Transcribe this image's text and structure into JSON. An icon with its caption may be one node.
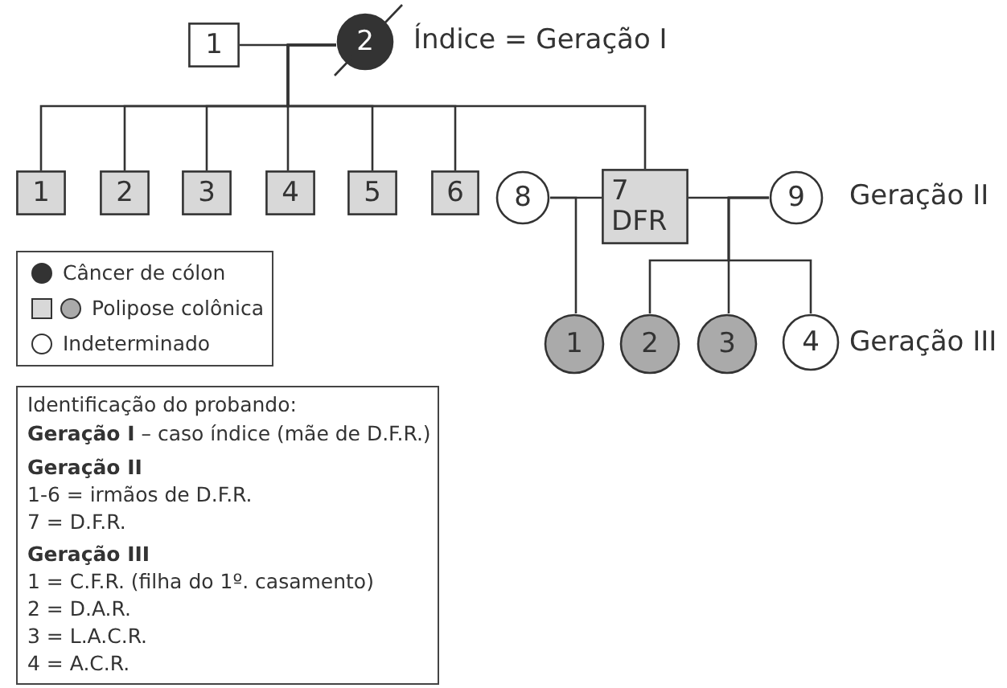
{
  "diagram": {
    "nodes": [
      {
        "text": [
          "1"
        ]
      },
      {
        "text": [
          "2"
        ],
        "beside": [
          "Índice = Geração I"
        ]
      },
      {
        "text": [
          "1"
        ]
      },
      {
        "text": [
          "2"
        ]
      },
      {
        "text": [
          "3"
        ]
      },
      {
        "text": [
          "4"
        ]
      },
      {
        "text": [
          "5"
        ]
      },
      {
        "text": [
          "6"
        ]
      },
      {
        "text": [
          "8"
        ]
      },
      {
        "text": [
          "7",
          "DFR"
        ]
      },
      {
        "text": [
          "9"
        ],
        "beside": [
          "Geração II"
        ]
      },
      {
        "text": [
          "1"
        ]
      },
      {
        "text": [
          "2"
        ]
      },
      {
        "text": [
          "3"
        ]
      },
      {
        "text": [
          "4"
        ],
        "beside": [
          "Geração III"
        ]
      }
    ],
    "edges": [
      {
        "from": 0,
        "to": 1,
        "arrow": "none"
      },
      {
        "from": 1,
        "to": 2,
        "arrow": "none"
      },
      {
        "from": 1,
        "to": 3,
        "arrow": "none"
      },
      {
        "from": 1,
        "to": 4,
        "arrow": "none"
      },
      {
        "from": 1,
        "to": 5,
        "arrow": "none"
      },
      {
        "from": 1,
        "to": 6,
        "arrow": "none"
      },
      {
        "from": 1,
        "to": 7,
        "arrow": "none"
      },
      {
        "from": 1,
        "to": 9,
        "arrow": "none"
      },
      {
        "from": 8,
        "to": 9,
        "arrow": "none"
      },
      {
        "from": 9,
        "to": 10,
        "arrow": "none"
      },
      {
        "from": 8,
        "to": 11,
        "arrow": "none"
      },
      {
        "from": 10,
        "to": 12,
        "arrow": "none"
      },
      {
        "from": 10,
        "to": 13,
        "arrow": "none"
      },
      {
        "from": 10,
        "to": 14,
        "arrow": "none"
      }
    ],
    "labels": [
      "Identificação do probando:",
      "**Geração I** – caso índice (mãe de D.F.R.)",
      "Geração II",
      "1-6 = irmãos de D.F.R.",
      "7 = D.F.R.",
      "Geração III",
      "1 = C.F.R. (filha do 1º. casamento)",
      "2 = D.A.R.",
      "3 = L.A.C.R.",
      "4 = A.C.R."
    ],
    "legend": [
      {
        "text": "Câncer de cólon"
      },
      {
        "text": "Polipose colônica"
      },
      {
        "text": "Indeterminado"
      }
    ]
  }
}
